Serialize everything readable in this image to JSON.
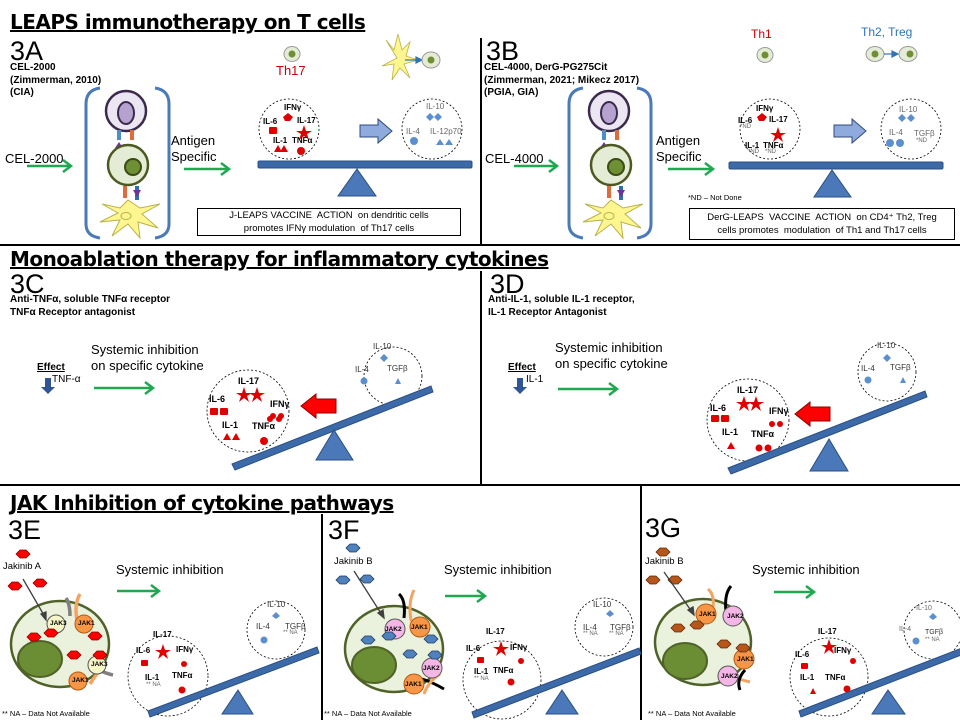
{
  "colors": {
    "pro_inflammatory": "#e00000",
    "anti_inflammatory": "#5b8fd0",
    "seesaw": "#3c6aa8",
    "green_arrow": "#1fa84f",
    "th17_label": "#cc0000",
    "th2_label": "#2e75b6"
  },
  "sections": {
    "leaps": {
      "title": "LEAPS immunotherapy on T cells"
    },
    "mono": {
      "title": "Monoablation therapy for inflammatory cytokines"
    },
    "jak": {
      "title": "JAK Inhibition of cytokine pathways"
    }
  },
  "panels": {
    "a": {
      "label": "3A",
      "refs": "CEL-2000\n(Zimmerman, 2010)\n(CIA)",
      "input": "CEL-2000",
      "arrow_label": "Antigen\nSpecific",
      "cell_label": "Th17",
      "pro": {
        "ifng": "IFNγ",
        "il6": "IL-6",
        "il17": "IL-17",
        "il1": "IL-1",
        "tnfa": "TNFα"
      },
      "anti": {
        "il10": "IL-10",
        "il4": "IL-4",
        "il12": "IL-12p70"
      },
      "caption": "J-LEAPS VACCINE  ACTION  on dendritic cells\npromotes IFNγ modulation  of Th17 cells"
    },
    "b": {
      "label": "3B",
      "refs": "CEL-4000, DerG-PG275Cit\n(Zimmerman, 2021; Mikecz 2017)\n(PGIA, GIA)",
      "input": "CEL-4000",
      "arrow_label": "Antigen\nSpecific",
      "th1_label": "Th1",
      "th2_label": "Th2, Treg",
      "nd": "*ND",
      "pro": {
        "ifng": "IFNγ",
        "il6": "IL-6",
        "il17": "IL-17",
        "il1": "IL-1",
        "tnfa": "TNFα"
      },
      "anti": {
        "il10": "IL-10",
        "il4": "IL-4",
        "tgfb": "TGFβ"
      },
      "footnote": "*ND – Not Done",
      "caption": "DerG-LEAPS  VACCINE  ACTION  on CD4⁺ Th2, Treg\ncells promotes  modulation  of Th1 and Th17 cells"
    },
    "c": {
      "label": "3C",
      "refs": "Anti-TNFα, soluble TNFα receptor\nTNFα Receptor antagonist",
      "effect": "Effect",
      "effect_target": "TNF-α",
      "arrow_label": "Systemic inhibition\non specific cytokine",
      "pro": {
        "il17": "IL-17",
        "il6": "IL-6",
        "ifng": "IFNγ",
        "il1": "IL-1",
        "tnfa": "TNFα"
      },
      "anti": {
        "il10": "IL-10",
        "il4": "IL-4",
        "tgfb": "TGFβ"
      }
    },
    "d": {
      "label": "3D",
      "refs": "Anti-IL-1, soluble IL-1 receptor,\nIL-1 Receptor Antagonist",
      "effect": "Effect",
      "effect_target": "IL-1",
      "arrow_label": "Systemic inhibition\non specific cytokine",
      "pro": {
        "il17": "IL-17",
        "il6": "IL-6",
        "ifng": "IFNγ",
        "il1": "IL-1",
        "tnfa": "TNFα"
      },
      "anti": {
        "il10": "IL-10",
        "il4": "IL-4",
        "tgfb": "TGFβ"
      }
    },
    "e": {
      "label": "3E",
      "drug": "Jakinib A",
      "jak_top": [
        "JAK3",
        "JAK1"
      ],
      "jak_bottom": [
        "JAK3",
        "JAK1"
      ],
      "arrow_label": "Systemic inhibition",
      "na": "** NA",
      "pro": {
        "il17": "IL-17",
        "il6": "IL-6",
        "ifng": "IFNγ",
        "il1": "IL-1",
        "tnfa": "TNFα"
      },
      "anti": {
        "il10": "IL-10",
        "il4": "IL-4",
        "tgfb": "TGFβ"
      },
      "footnote": "** NA – Data Not Available"
    },
    "f": {
      "label": "3F",
      "drug": "Jakinib B",
      "jak_top": [
        "JAK2",
        "JAK1"
      ],
      "jak_bottom": [
        "JAK2",
        "JAK1"
      ],
      "arrow_label": "Systemic inhibition",
      "na": "** NA",
      "pro": {
        "il17": "IL-17",
        "il6": "IL-6",
        "ifng": "IFNγ",
        "il1": "IL-1",
        "tnfa": "TNFα"
      },
      "anti": {
        "il10": "IL-10",
        "il4": "IL-4",
        "tgfb": "TGFβ"
      },
      "footnote": "** NA – Data Not Available"
    },
    "g": {
      "label": "3G",
      "drug": "Jakinib B",
      "jak_top": [
        "JAK1",
        "JAK2"
      ],
      "jak_bottom": [
        "JAK1",
        "JAK2"
      ],
      "arrow_label": "Systemic inhibition",
      "na": "** NA",
      "pro": {
        "il17": "IL-17",
        "il6": "IL-6",
        "ifng": "IFNγ",
        "il1": "IL-1",
        "tnfa": "TNFα"
      },
      "anti": {
        "il10": "IL-10",
        "il4": "IL-4",
        "tgfb": "TGFβ"
      },
      "footnote": "** NA – Data Not Available"
    }
  }
}
